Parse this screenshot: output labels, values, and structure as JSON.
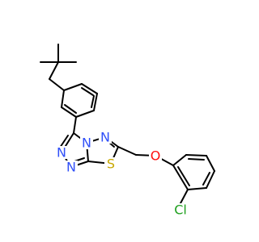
{
  "molecule": {
    "atoms": {
      "n_top": "N",
      "n_bridge": "N",
      "n_left1": "N",
      "n_left2": "N",
      "s_ring": "S",
      "o_ether": "O",
      "cl": "Cl"
    }
  },
  "colors": {
    "nitrogen": "#3050F8",
    "sulfur": "#C8A800",
    "oxygen": "#FF0D0D",
    "chlorine": "#1FA01F"
  }
}
